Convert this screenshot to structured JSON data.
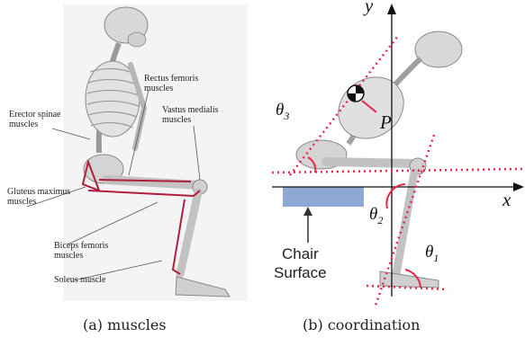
{
  "panel_a": {
    "labels": {
      "rectus_femoris": "Rectus femoris\nmuscles",
      "erector_spinae": "Erector spinae\nmuscles",
      "vastus_medialis": "Vastus medialis\nmuscles",
      "gluteus_maximus": "Gluteus maximus\nmuscles",
      "biceps_femoris": "Biceps femoris\nmuscles",
      "soleus": "Soleus muscle"
    },
    "caption": "(a) muscles"
  },
  "panel_b": {
    "axis_y": "y",
    "axis_x": "x",
    "theta1": "θ",
    "theta1_sub": "1",
    "theta2": "θ",
    "theta2_sub": "2",
    "theta3": "θ",
    "theta3_sub": "3",
    "point_p": "P",
    "chair_label": "Chair\nSurface",
    "caption": "(b) coordination"
  },
  "colors": {
    "muscle": "#b01e3c",
    "angle_line": "#e8254a",
    "chair": "#8ea9d6",
    "bone": "#d9d9d9",
    "axis": "#111111"
  }
}
